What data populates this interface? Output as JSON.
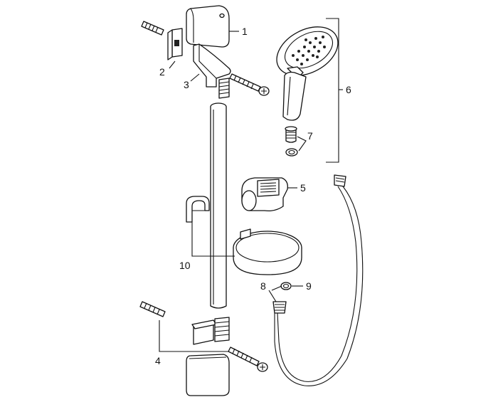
{
  "labels": {
    "p1": "1",
    "p2": "2",
    "p3": "3",
    "p4": "4",
    "p5": "5",
    "p6": "6",
    "p7": "7",
    "p8": "8",
    "p9": "9",
    "p10": "10"
  }
}
